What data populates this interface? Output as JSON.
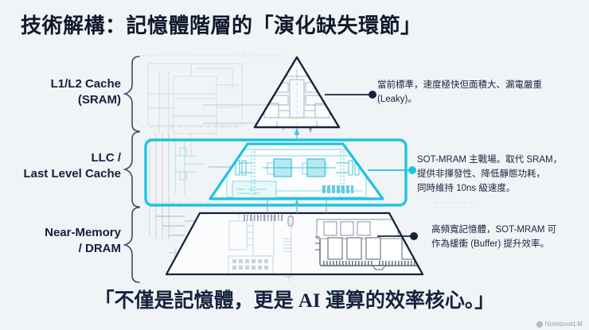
{
  "header": {
    "title": "技術解構：記憶體階層的「演化缺失環節」"
  },
  "colors": {
    "background": "#f1f4f7",
    "ink": "#16233d",
    "title": "#10182b",
    "accent_cyan": "#1fc3dd",
    "accent_cyan_dark": "#13b5cf",
    "line_grey": "#9aa5b1",
    "schematic_blue": "#7f98b5",
    "dark_outline": "#16233d"
  },
  "pyramid": {
    "tiers": [
      {
        "id": "top",
        "shape": "triangle",
        "label_lines": [
          "L1/L2 Cache",
          "(SRAM)"
        ],
        "highlighted": false,
        "annotation_lines": [
          "當前標準，速度極快但面積大、漏電嚴重",
          "(Leaky)。"
        ],
        "annotation_dot_color": "#16233d"
      },
      {
        "id": "middle",
        "shape": "trapezoid",
        "label_lines": [
          "LLC /",
          "Last Level Cache"
        ],
        "highlighted": true,
        "annotation_lines": [
          "SOT-MRAM 主戰場。取代 SRAM，",
          "提供非揮發性、降低靜態功耗，",
          "同時維持 10ns 級速度。"
        ],
        "annotation_dot_color": "#1fc3dd"
      },
      {
        "id": "bottom",
        "shape": "trapezoid",
        "label_lines": [
          "Near-Memory",
          "/ DRAM"
        ],
        "highlighted": false,
        "annotation_lines": [
          "高頻寬記憶體，SOT-MRAM 可",
          "作為緩衝 (Buffer) 提升效率。"
        ],
        "annotation_dot_color": "#16233d"
      }
    ]
  },
  "footer": {
    "caption": "「不僅是記憶體，更是 AI 運算的效率核心。」",
    "watermark": "NotebookLM"
  }
}
